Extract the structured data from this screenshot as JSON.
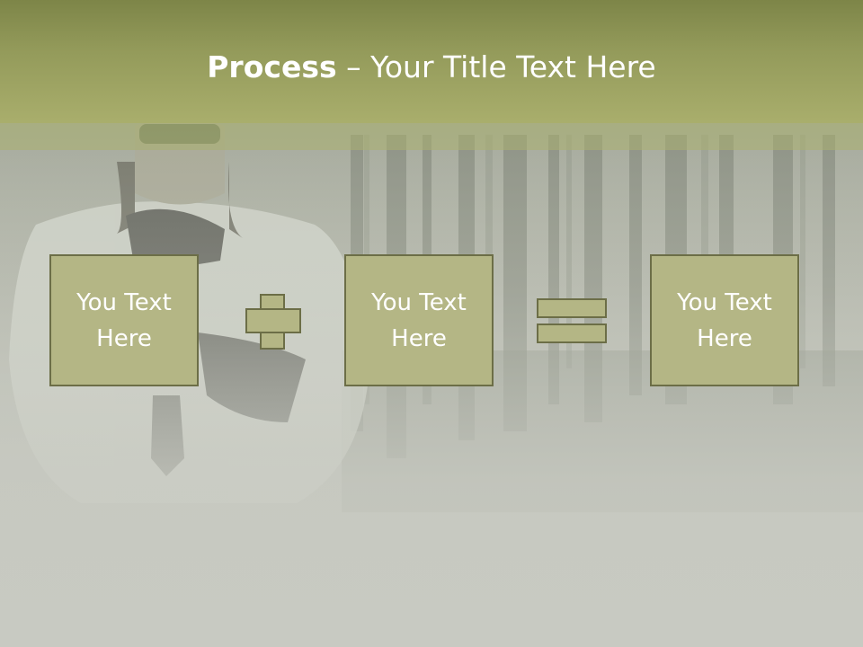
{
  "title": {
    "bold": "Process",
    "rest": " – Your Title Text Here"
  },
  "boxes": [
    {
      "text": "You Text\nHere"
    },
    {
      "text": "You Text\nHere"
    },
    {
      "text": "You Text\nHere"
    }
  ],
  "operators": {
    "first": "plus",
    "second": "equals"
  },
  "colors": {
    "title_bar": "#939a5a",
    "box_fill": "#b4b685",
    "box_border": "#6c6e47",
    "text": "#ffffff"
  }
}
